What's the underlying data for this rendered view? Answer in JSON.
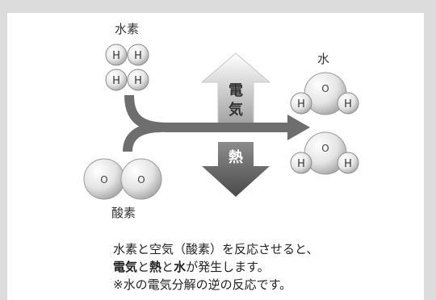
{
  "labels": {
    "hydrogen": "水素",
    "oxygen": "酸素",
    "water": "水",
    "electricity": [
      "電",
      "気"
    ],
    "heat": "熱"
  },
  "atoms": {
    "H": "H",
    "O": "O"
  },
  "description": {
    "line1": "水素と空気（酸素）を反応させると、",
    "line2_parts": [
      "電気",
      "と",
      "熱",
      "と",
      "水",
      "が発生します。"
    ],
    "line3": "※水の電気分解の逆の反応です。"
  },
  "colors": {
    "background": "#dcdcdc",
    "panel": "#ffffff",
    "flow_arrow": "#6e6e6e",
    "electricity_arrow_top": "#ffffff",
    "electricity_arrow_bottom": "#9a9a9a",
    "heat_arrow_top": "#8a8a8a",
    "heat_arrow_bottom": "#4a4a4a",
    "atom_fill_light": "#ffffff",
    "atom_fill_dark": "#b8b8b8",
    "atom_stroke": "#8a8a8a"
  }
}
